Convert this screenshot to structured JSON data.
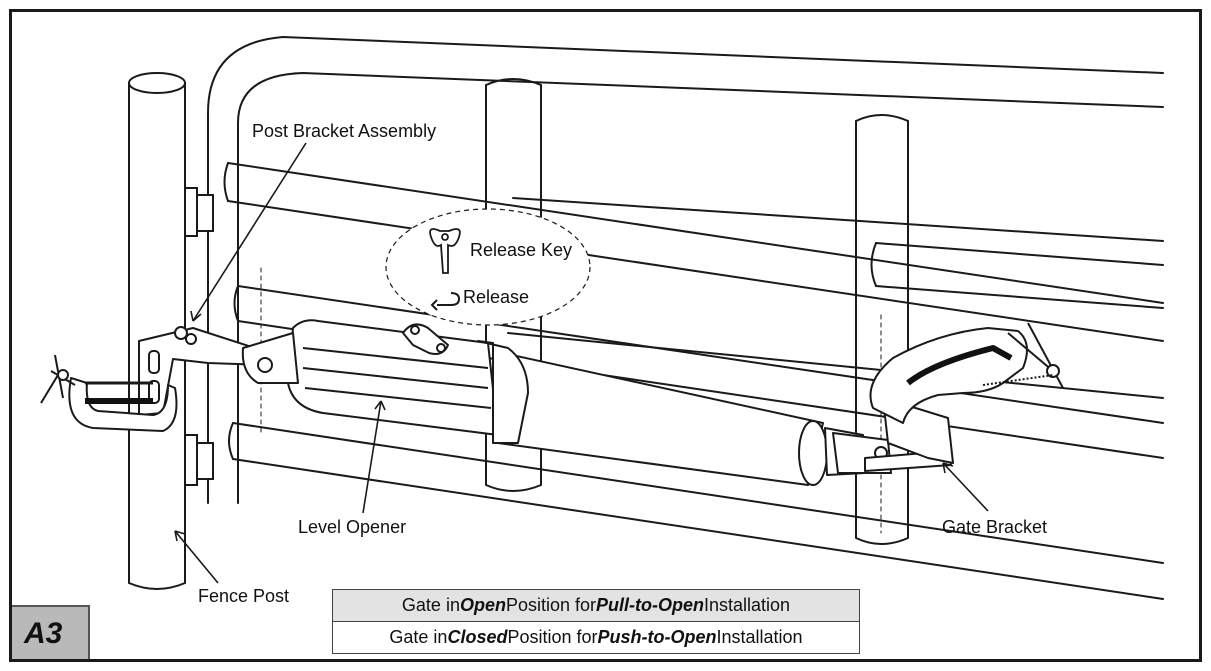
{
  "figure_tag": "A3",
  "labels": {
    "post_bracket": "Post Bracket Assembly",
    "release_key": "Release Key",
    "release": "Release",
    "level_opener": "Level Opener",
    "gate_bracket": "Gate Bracket",
    "fence_post": "Fence Post"
  },
  "caption": {
    "row1": {
      "pre": "Gate in ",
      "em1": "Open",
      "mid": " Position for ",
      "em2": "Pull-to-Open",
      "post": " Installation"
    },
    "row2": {
      "pre": "Gate in ",
      "em1": "Closed",
      "mid": " Position for ",
      "em2": "Push-to-Open",
      "post": " Installation"
    }
  },
  "icons": [
    "release-key-icon",
    "release-arrow-icon"
  ],
  "colors": {
    "line": "#1a1a1a",
    "tag_background": "#b9b9b9",
    "caption_row1_background": "#e3e3e3"
  }
}
